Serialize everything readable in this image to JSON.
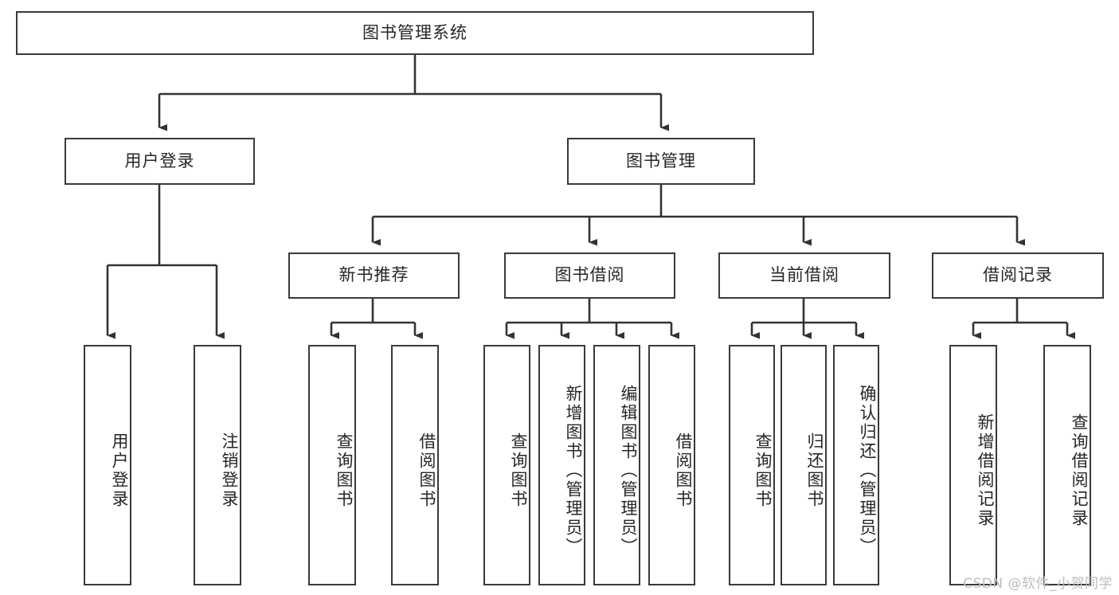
{
  "diagram": {
    "title": "图书管理系统",
    "type": "tree-hierarchy",
    "watermark": "CSDN @软件_小贺同学",
    "colors": {
      "stroke": "#3a3a3a",
      "fill": "#ffffff",
      "text": "#262626",
      "watermark": "#bdbdbd"
    },
    "nodes": {
      "root": {
        "label": "图书管理系统"
      },
      "level2": [
        {
          "label": "用户登录"
        },
        {
          "label": "图书管理"
        }
      ],
      "level3": [
        {
          "label": "新书推荐"
        },
        {
          "label": "图书借阅"
        },
        {
          "label": "当前借阅"
        },
        {
          "label": "借阅记录"
        }
      ],
      "leaves_user_login": [
        {
          "label": "用户登录"
        },
        {
          "label": "注销登录"
        }
      ],
      "leaves_new_book": [
        {
          "label": "查询图书"
        },
        {
          "label": "借阅图书"
        }
      ],
      "leaves_borrow": [
        {
          "label": "查询图书"
        },
        {
          "label": "新增图书（管理员）"
        },
        {
          "label": "编辑图书（管理员）"
        },
        {
          "label": "借阅图书"
        }
      ],
      "leaves_current": [
        {
          "label": "查询图书"
        },
        {
          "label": "归还图书"
        },
        {
          "label": "确认归还（管理员）"
        }
      ],
      "leaves_records": [
        {
          "label": "新增借阅记录"
        },
        {
          "label": "查询借阅记录"
        }
      ]
    }
  }
}
